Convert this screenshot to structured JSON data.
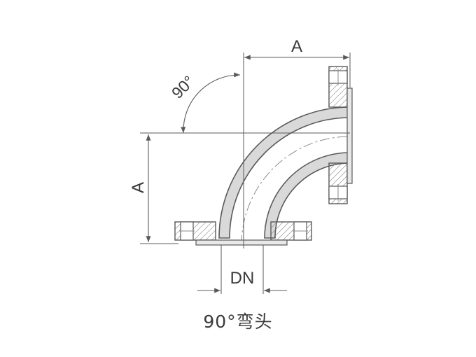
{
  "labels": {
    "dim_a_top": "A",
    "dim_a_left": "A",
    "angle": "90°",
    "dn": "DN",
    "caption": "90°弯头"
  },
  "colors": {
    "line": "#5a5a5a",
    "hatch": "#7a7a7a",
    "pipe_wall": "#d9d9d9"
  }
}
